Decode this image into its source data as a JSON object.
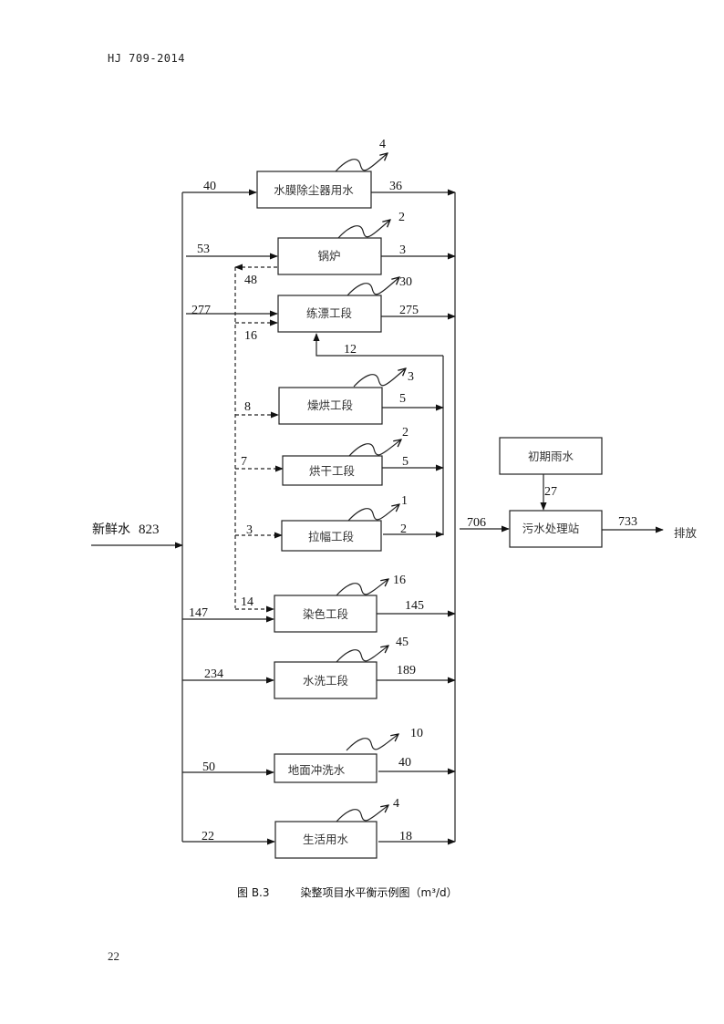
{
  "header": {
    "standard": "HJ 709-2014"
  },
  "page_number": "22",
  "caption": {
    "figure_no": "图 B.3",
    "title": "染整项目水平衡示例图（m³/d）"
  },
  "source": {
    "label": "新鲜水",
    "value": "823"
  },
  "processes": [
    {
      "id": "dust",
      "label": "水膜除尘器用水",
      "fresh_in": "40",
      "loss": "4",
      "out": "36"
    },
    {
      "id": "boiler",
      "label": "锅炉",
      "fresh_in": "53",
      "loss": "2",
      "out": "3",
      "reuse_out": "48"
    },
    {
      "id": "bleach",
      "label": "练漂工段",
      "fresh_in": "277",
      "reuse_in": "16",
      "recycle_in": "12",
      "loss": "30",
      "out": "275"
    },
    {
      "id": "singe",
      "label": "燥烘工段",
      "reuse_in": "8",
      "loss": "3",
      "out": "5"
    },
    {
      "id": "dry",
      "label": "烘干工段",
      "reuse_in": "7",
      "loss": "2",
      "out": "5"
    },
    {
      "id": "tenter",
      "label": "拉幅工段",
      "reuse_in": "3",
      "loss": "1",
      "out": "2"
    },
    {
      "id": "dye",
      "label": "染色工段",
      "fresh_in": "147",
      "reuse_in": "14",
      "loss": "16",
      "out": "145"
    },
    {
      "id": "wash",
      "label": "水洗工段",
      "fresh_in": "234",
      "loss": "45",
      "out": "189"
    },
    {
      "id": "floor",
      "label": "地面冲洗水",
      "fresh_in": "50",
      "loss": "10",
      "out": "40"
    },
    {
      "id": "domestic",
      "label": "生活用水",
      "fresh_in": "22",
      "loss": "4",
      "out": "18"
    }
  ],
  "rainwater": {
    "label": "初期雨水",
    "value": "27"
  },
  "treatment": {
    "label": "污水处理站",
    "in": "706",
    "out": "733"
  },
  "discharge": {
    "label": "排放"
  }
}
